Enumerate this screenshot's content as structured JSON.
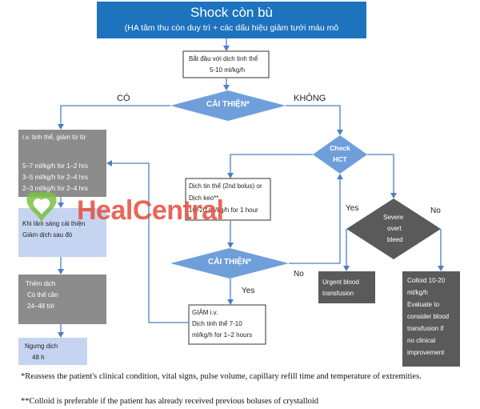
{
  "title": {
    "main": "Shock còn bù",
    "sub": "(HA tâm thu còn duy trì + các dấu hiệu giảm tưới máu mô"
  },
  "start_box": [
    "Bắt đầu với dịch tinh thể",
    "5-10  ml/kg/h"
  ],
  "decision1": "CẢI THIỆN*",
  "label_co": "CÓ",
  "label_khong": "KHÔNG",
  "check_hct": [
    "Check",
    "HCT"
  ],
  "left_box1": [
    "i.v. tinh thể, giảm từ  từ",
    "",
    "5–7  ml/kg/h for 1–2 hrs",
    "3–5  ml/kg/h for 2–4 hrs",
    "2–3  ml/kg/h for 2–4 hrs"
  ],
  "left_box2": [
    "Khi lâm sàng cải thiện",
    "Giảm dịch sau đó"
  ],
  "left_box3": [
    "Thêm dịch",
    "Có thể cần",
    "24–48 tới"
  ],
  "left_box4": [
    "Ngưng dịch",
    "48 h"
  ],
  "mid_box1": [
    "Dịch tin thể (2nd bolus) or",
    "Dịch keo**",
    "10–20  ml/kg/h for 1 hour"
  ],
  "decision2": "CẢI THIỆN*",
  "label_no": "No",
  "label_yes_mid": "Yes",
  "mid_box2": [
    "GIẢM i.v.",
    "Dịch tinh thể 7-10",
    "ml/kg/h for 1–2 hours"
  ],
  "severe": [
    "Severe",
    "overt",
    "bleed"
  ],
  "label_yes_right": "Yes",
  "label_no_right": "No",
  "urgent_box": [
    "Urgent blood",
    "transfusion"
  ],
  "colloid_box": [
    "Colloid 10-20",
    "ml/kg/h",
    "Evaluate to",
    "consider blood",
    "transfusion if",
    "no clinical",
    "improvement"
  ],
  "footnote1": "*Reassess the patient's clinical condition, vital signs, pulse volume, capillary refill time and temperature of extremities.",
  "footnote2": "**Colloid is preferable if the patient has already received previous boluses of crystalloid",
  "watermark": "HealCentral",
  "colors": {
    "title_blue": "#1e73be",
    "diamond_blue": "#6f9fdb",
    "light_blue_box": "#c5d5f1",
    "gray_box": "#8c8c8c",
    "dark_gray": "#5a5a5a",
    "arrow": "#4e7fc2",
    "watermark_red": "#e74c3c",
    "watermark_green": "#7cc142"
  }
}
